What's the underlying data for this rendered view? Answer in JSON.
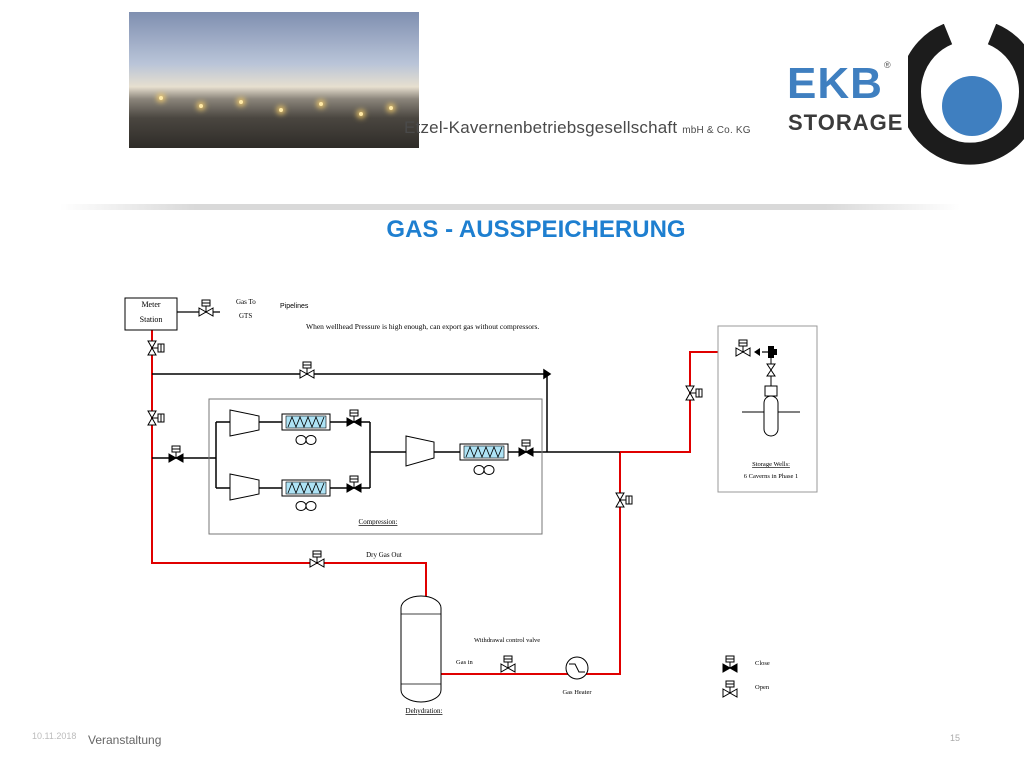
{
  "header": {
    "company_name": "Etzel-Kavernenbetriebsgesellschaft",
    "company_suffix": "mbH & Co. KG",
    "logo_ekb": "EKB",
    "logo_storage": "STORAGE",
    "logo_registered": "®",
    "brand_color": "#3f7fc0"
  },
  "slide": {
    "title": "GAS - AUSSPEICHERUNG"
  },
  "diagram": {
    "meter_station_line1": "Meter",
    "meter_station_line2": "Station",
    "gas_to_line1": "Gas To",
    "gas_to_line2": "GTS",
    "pipelines": "Pipelines",
    "note": "When wellhead Pressure is high enough, can export gas without compressors.",
    "compression": "Compression:",
    "storage_wells_title": "Storage Wells:",
    "storage_wells_detail": "6 Caverns in Phase 1",
    "dry_gas_out": "Dry Gas Out",
    "withdrawal_control_valve": "Withdrawal control valve",
    "gas_in": "Gas in",
    "gas_heater": "Gas Heater",
    "dehydration": "Dehydration:",
    "legend_close": "Close",
    "legend_open": "Open",
    "flow_color": "#e00000",
    "line_color": "#000000"
  },
  "footer": {
    "date": "10.11.2018",
    "event": "Veranstaltung",
    "page": "15"
  }
}
